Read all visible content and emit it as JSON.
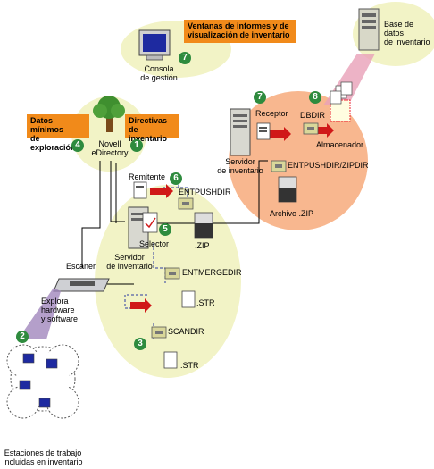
{
  "callouts": {
    "report_windows": "Ventanas de informes y de\nvisualización de inventario",
    "scan_data": "Datos mínimos\nde exploración",
    "inventory_policies": "Directivas\nde inventario"
  },
  "labels": {
    "console": "Consola\nde gestión",
    "inventory_db": "Base de datos\nde inventario",
    "edirectory": "Novell\neDirectory",
    "receiver": "Receptor",
    "dbdir": "DBDIR",
    "storer": "Almacenador",
    "inventory_server_top": "Servidor\nde inventario",
    "entpushdir_zipdir": "ENTPUSHDIR/ZIPDIR",
    "zip_file": "Archivo .ZIP",
    "sender": "Remitente",
    "entpushdir": "ENTPUSHDIR",
    "zip": ".ZIP",
    "selector": "Selector",
    "inventory_server_mid": "Servidor\nde inventario",
    "entmergedir": "ENTMERGEDIR",
    "str_1": ".STR",
    "scanner": "Escáner",
    "explores": "Explora\nhardware\ny software",
    "scandir": "SCANDIR",
    "str_2": ".STR",
    "workstations": "Estaciones de trabajo\nincluidas en inventario"
  },
  "badges": [
    "7",
    "4",
    "1",
    "7",
    "8",
    "6",
    "5",
    "2",
    "3"
  ],
  "colors": {
    "callout": "#f18a1a",
    "badge": "#2e8b3e",
    "pale_yellow": "#f2f3c6",
    "salmon": "#f8b78f",
    "arrow_red": "#d01818"
  }
}
